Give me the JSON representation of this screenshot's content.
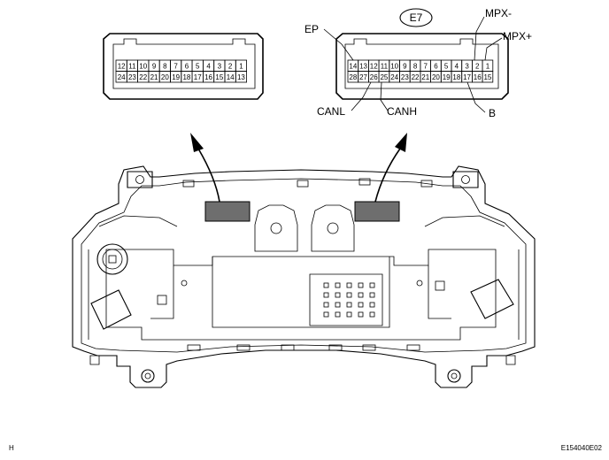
{
  "connector_left": {
    "top_row": [
      "12",
      "11",
      "10",
      "9",
      "8",
      "7",
      "6",
      "5",
      "4",
      "3",
      "2",
      "1"
    ],
    "bottom_row": [
      "24",
      "23",
      "22",
      "21",
      "20",
      "19",
      "18",
      "17",
      "16",
      "15",
      "14",
      "13"
    ]
  },
  "connector_right": {
    "id": "E7",
    "top_row": [
      "14",
      "13",
      "12",
      "11",
      "10",
      "9",
      "8",
      "7",
      "6",
      "5",
      "4",
      "3",
      "2",
      "1"
    ],
    "bottom_row": [
      "28",
      "27",
      "26",
      "25",
      "24",
      "23",
      "22",
      "21",
      "20",
      "19",
      "18",
      "17",
      "16",
      "15"
    ],
    "labels": {
      "ep": "EP",
      "mpx_minus": "MPX-",
      "mpx_plus": "MPX+",
      "canl": "CANL",
      "canh": "CANH",
      "b": "B"
    }
  },
  "footer": {
    "left_code": "H",
    "right_code": "E154040E02"
  }
}
